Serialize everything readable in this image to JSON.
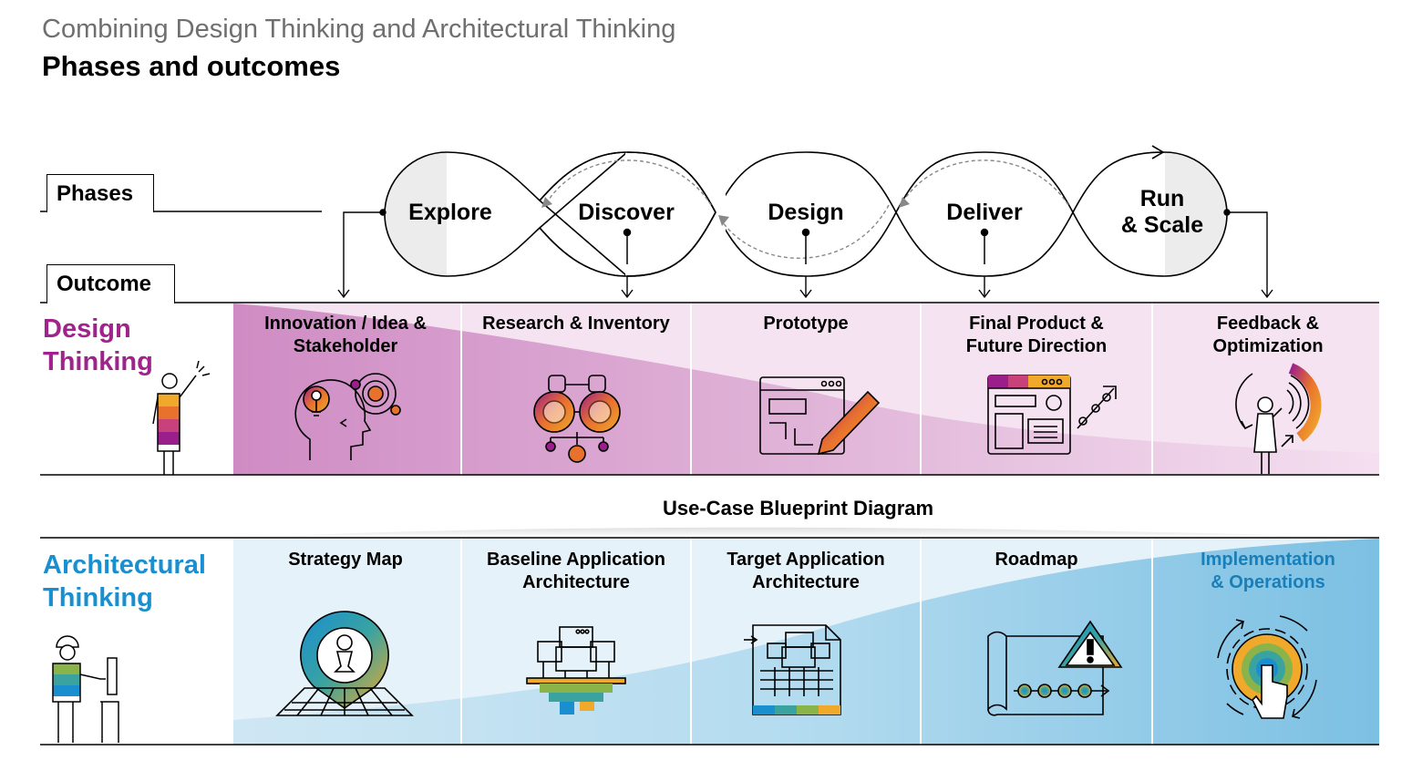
{
  "header": {
    "subtitle": "Combining Design Thinking and Architectural Thinking",
    "title": "Phases and outcomes"
  },
  "tabs": {
    "phases": "Phases",
    "outcome": "Outcome"
  },
  "phases": [
    {
      "label": "Explore"
    },
    {
      "label": "Discover"
    },
    {
      "label": "Design"
    },
    {
      "label": "Deliver"
    },
    {
      "label_line1": "Run",
      "label_line2": "& Scale"
    }
  ],
  "design_thinking": {
    "heading_line1": "Design",
    "heading_line2": "Thinking",
    "outcomes": [
      {
        "line1": "Innovation / Idea &",
        "line2": "Stakeholder",
        "icon": "idea-head-icon"
      },
      {
        "line1": "Research & Inventory",
        "line2": "",
        "icon": "binoculars-icon"
      },
      {
        "line1": "Prototype",
        "line2": "",
        "icon": "prototype-pencil-icon"
      },
      {
        "line1": "Final Product &",
        "line2": "Future Direction",
        "icon": "dashboard-growth-icon"
      },
      {
        "line1": "Feedback &",
        "line2": "Optimization",
        "icon": "person-signal-icon"
      }
    ]
  },
  "blueprint_label": "Use-Case Blueprint Diagram",
  "architectural_thinking": {
    "heading_line1": "Architectural",
    "heading_line2": "Thinking",
    "outcomes": [
      {
        "line1": "Strategy Map",
        "line2": "",
        "icon": "map-pin-chess-icon"
      },
      {
        "line1": "Baseline Application",
        "line2": "Architecture",
        "icon": "baseline-architecture-icon"
      },
      {
        "line1": "Target Application",
        "line2": "Architecture",
        "icon": "target-blueprint-icon"
      },
      {
        "line1": "Roadmap",
        "line2": "",
        "icon": "roadmap-warning-icon"
      },
      {
        "line1": "Implementation",
        "line2": "& Operations",
        "icon": "gear-hand-icon"
      }
    ]
  },
  "colors": {
    "design_accent": "#a0238c",
    "architecture_accent": "#1a8fd0",
    "pink_band": "#d99fcf",
    "blue_band": "#8fc9e8",
    "gold": "#f0a92a",
    "orange": "#e8712e",
    "purple": "#9b1f8a",
    "teal": "#3aa3a0",
    "green": "#8ab34a"
  }
}
